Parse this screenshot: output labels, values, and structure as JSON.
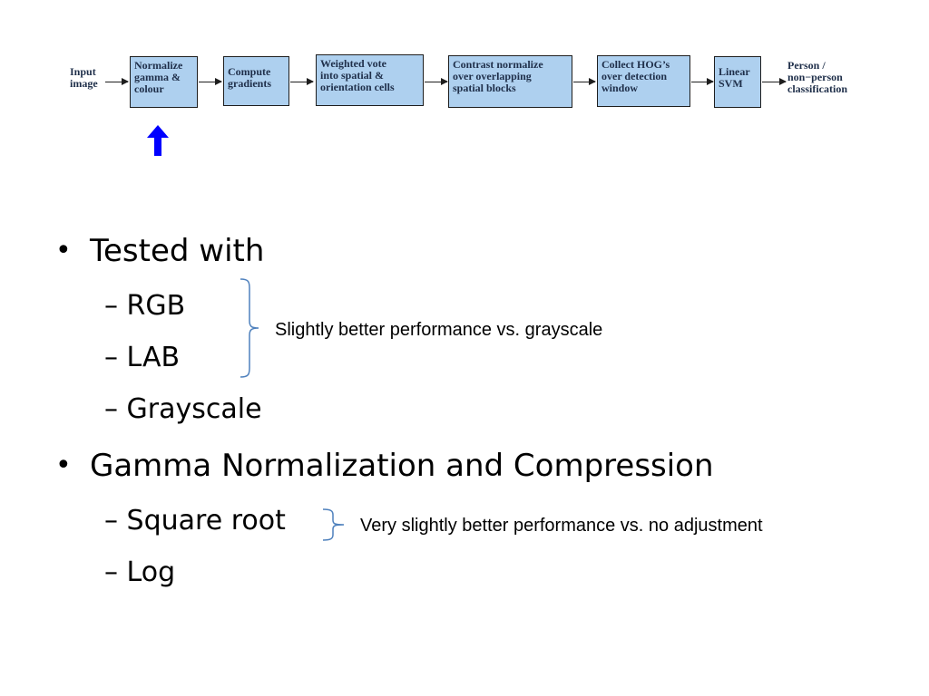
{
  "pipeline": {
    "input_label": "Input\nimage",
    "steps": [
      "Normalize\ngamma &\ncolour",
      "Compute\ngradients",
      "Weighted vote\ninto spatial &\norientation cells",
      "Contrast normalize\nover overlapping\nspatial blocks",
      "Collect HOG’s\nover detection\nwindow",
      "Linear\nSVM"
    ],
    "output_label": "Person /\nnon−person\nclassification",
    "highlight_color": "#0000ff",
    "box_color": "#aed0ef"
  },
  "bullets": [
    {
      "text": "Tested with",
      "subitems": [
        "– RGB",
        "– LAB",
        "– Grayscale"
      ]
    },
    {
      "text": "Gamma Normalization and Compression",
      "subitems": [
        "– Square root",
        "– Log"
      ]
    }
  ],
  "annotations": {
    "color_note": "Slightly better performance vs. grayscale",
    "gamma_note": "Very slightly better performance vs. no adjustment",
    "brace_color": "#4f81bd"
  }
}
